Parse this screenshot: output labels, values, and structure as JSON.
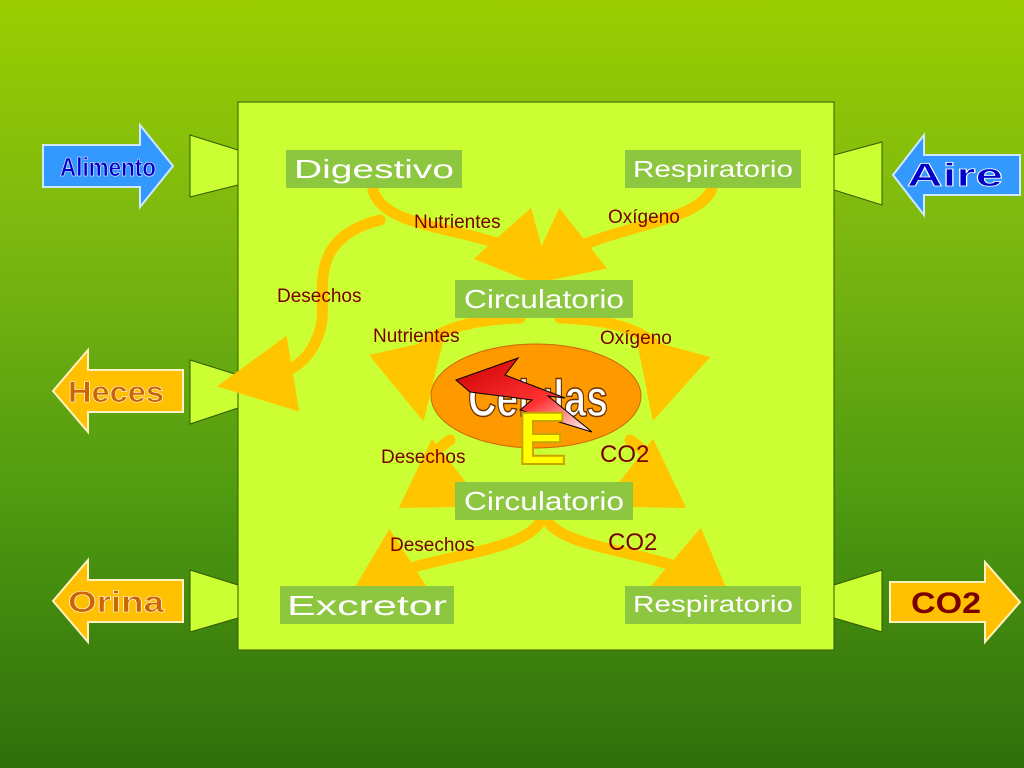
{
  "organs": {
    "digestivo": "Digestivo",
    "respiratorio_top": "Respiratorio",
    "circulatorio_top": "Circulatorio",
    "circulatorio_bottom": "Circulatorio",
    "excretor": "Excretor",
    "respiratorio_bottom": "Respiratorio"
  },
  "cells": {
    "label": "Celulas",
    "energy": "E"
  },
  "flows": {
    "nutrientes_1": "Nutrientes",
    "oxigeno_1": "Oxígeno",
    "desechos_1": "Desechos",
    "nutrientes_2": "Nutrientes",
    "oxigeno_2": "Oxígeno",
    "desechos_2": "Desechos",
    "co2_1": "CO2",
    "desechos_3": "Desechos",
    "co2_2": "CO2"
  },
  "external": {
    "alimento": "Alimento",
    "aire": "Aire",
    "heces": "Heces",
    "orina": "Orina",
    "co2": "CO2"
  },
  "colors": {
    "box_fill": "#ccff33",
    "organ_box": "#8dc63f",
    "flow_arrow": "#ffc600",
    "input_arrow": "#3399ff",
    "output_arrow": "#ffc000",
    "cells_fill": "#ff9900"
  }
}
